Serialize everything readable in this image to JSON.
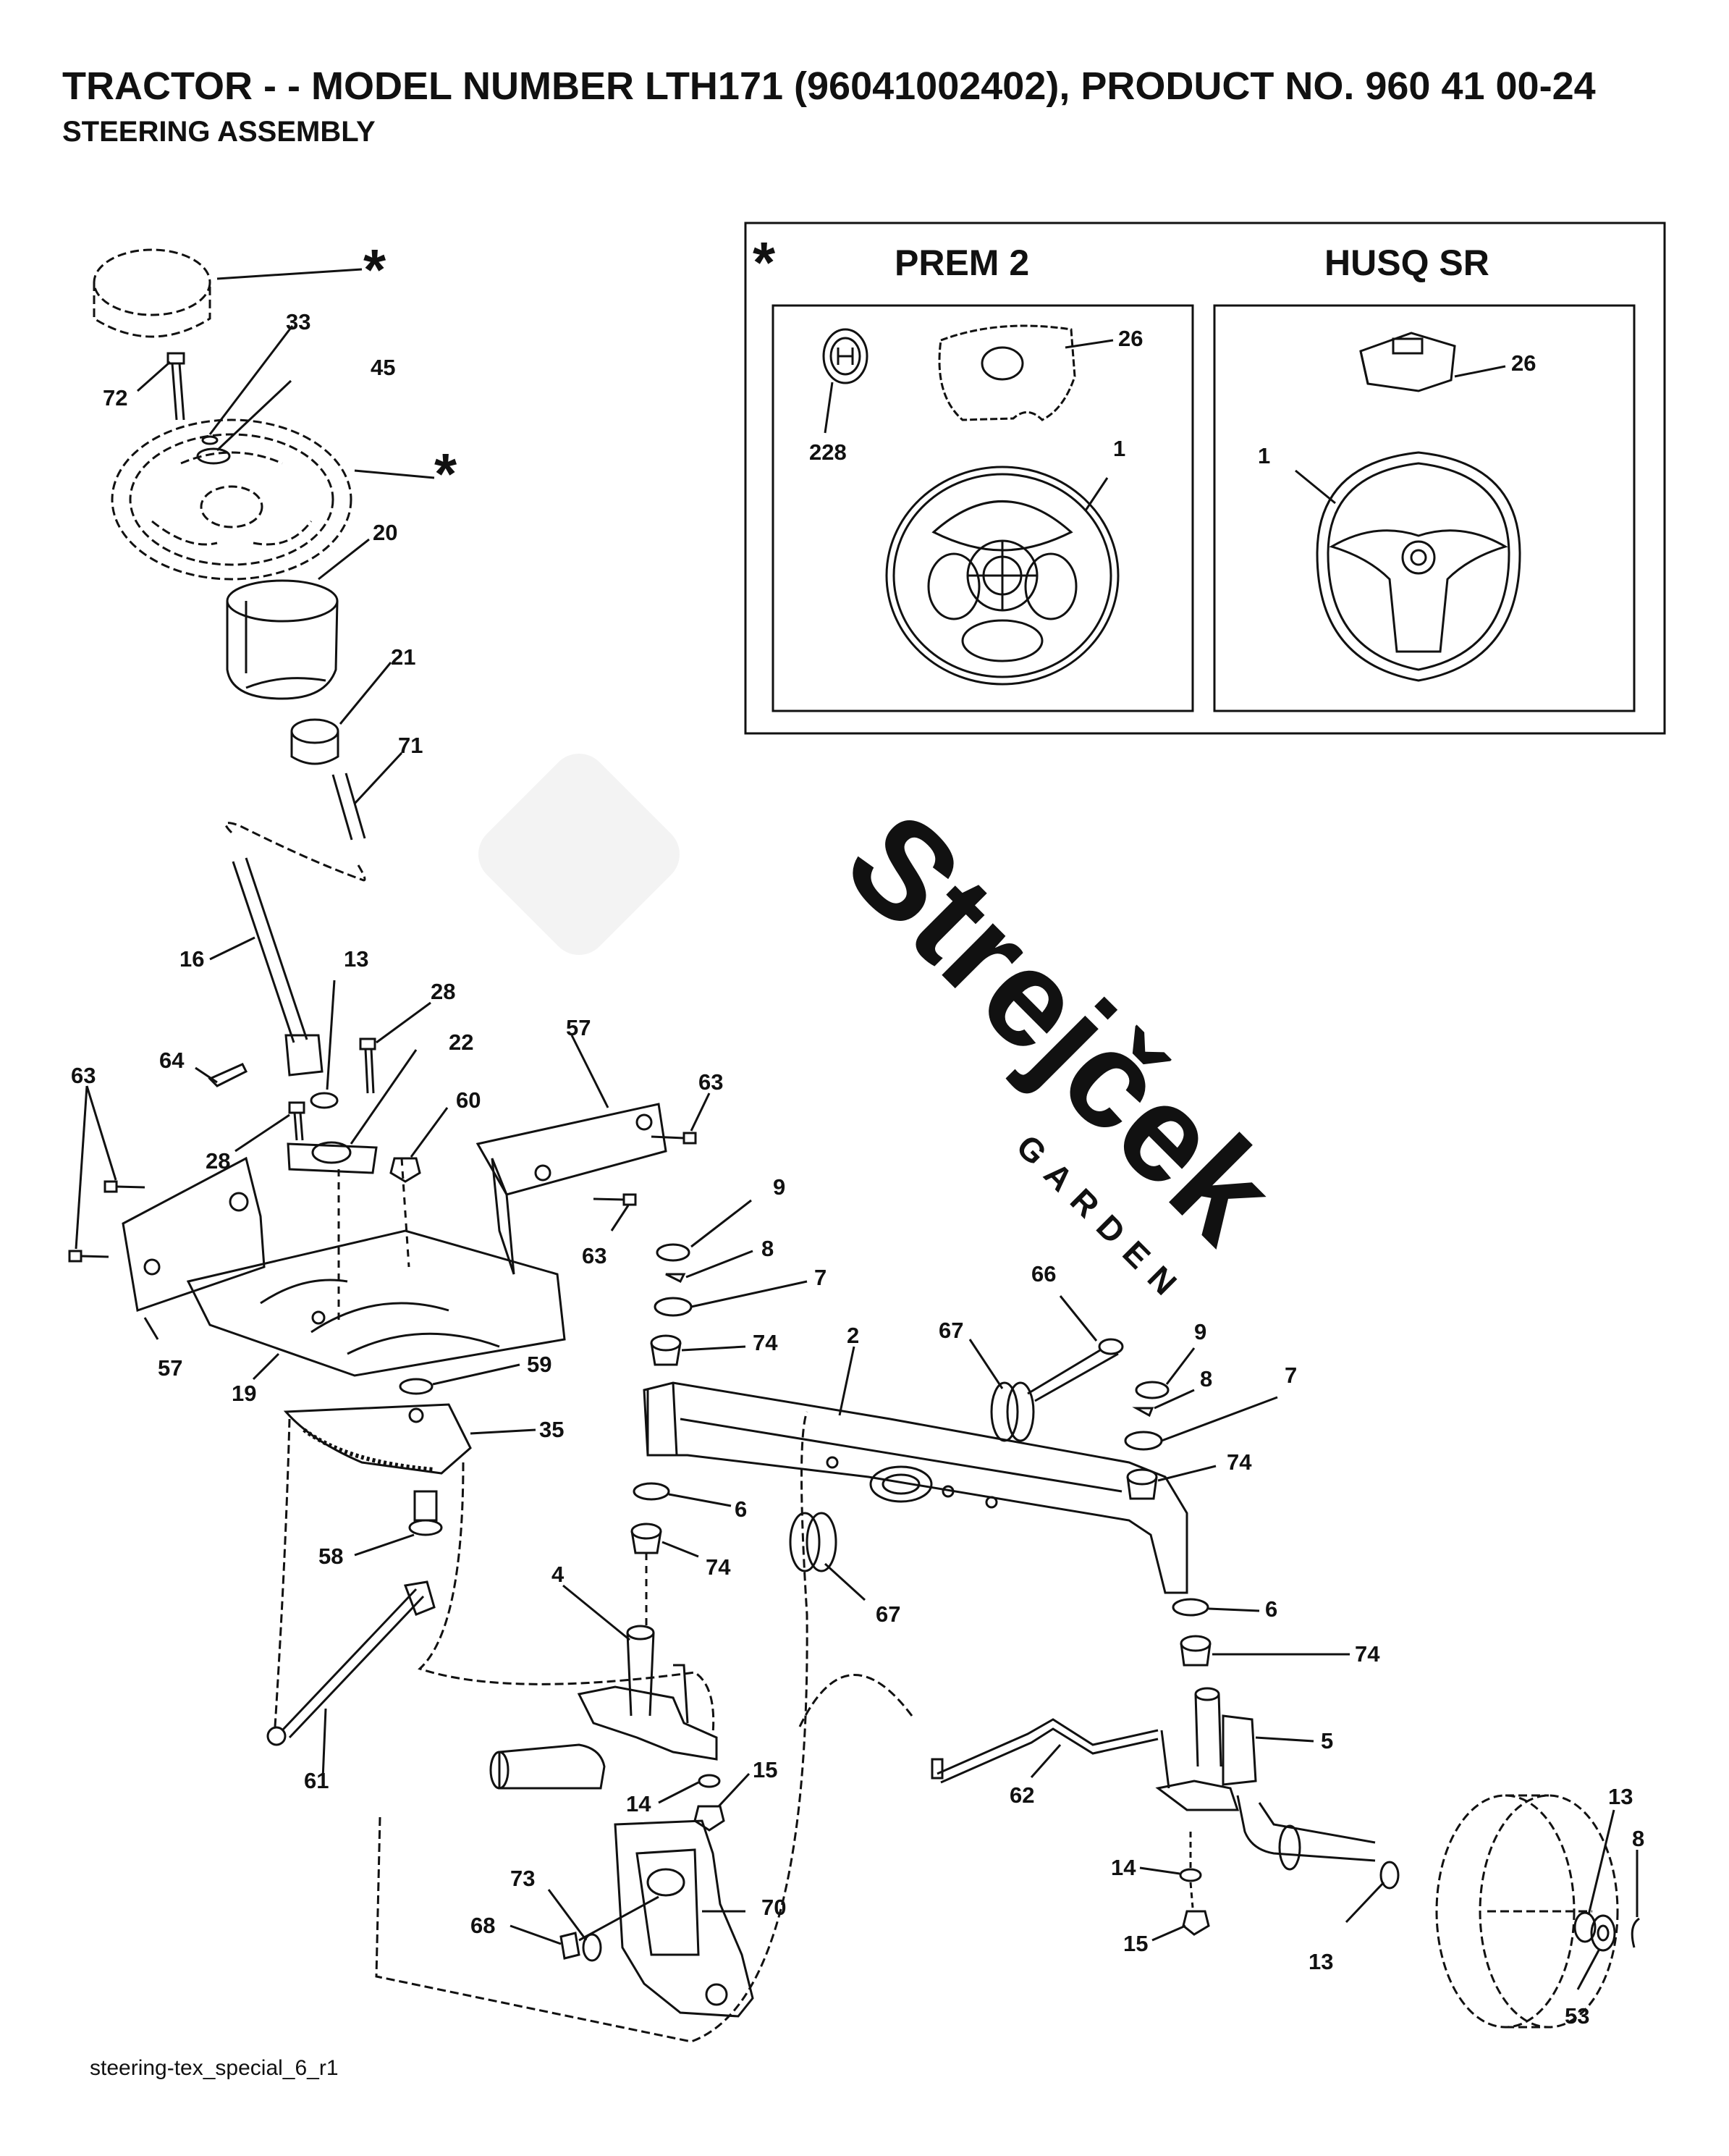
{
  "header": {
    "title": "TRACTOR - - MODEL NUMBER LTH171 (96041002402), PRODUCT NO. 960 41 00-24",
    "subtitle": "STEERING ASSEMBLY"
  },
  "inset": {
    "marker": "*",
    "panels": [
      {
        "title": "PREM 2",
        "callouts": [
          "228",
          "26",
          "1"
        ]
      },
      {
        "title": "HUSQ SR",
        "callouts": [
          "26",
          "1"
        ]
      }
    ]
  },
  "markers": {
    "star_top": "*",
    "star_wheel": "*"
  },
  "watermark": {
    "brand": "Strejček",
    "sub": "GARDEN"
  },
  "callouts": {
    "c33": "33",
    "c72": "72",
    "c45": "45",
    "c20": "20",
    "c21": "21",
    "c71": "71",
    "c16": "16",
    "c13a": "13",
    "c28a": "28",
    "c22": "22",
    "c64": "64",
    "c63a": "63",
    "c28b": "28",
    "c60": "60",
    "c57a": "57",
    "c63b": "63",
    "c63c": "63",
    "c57b": "57",
    "c19": "19",
    "c59": "59",
    "c35": "35",
    "c58": "58",
    "c61": "61",
    "c9a": "9",
    "c8a": "8",
    "c7a": "7",
    "c74a": "74",
    "c2": "2",
    "c66": "66",
    "c67a": "67",
    "c9b": "9",
    "c8b": "8",
    "c7b": "7",
    "c74b": "74",
    "c6a": "6",
    "c74c": "74",
    "c67b": "67",
    "c4": "4",
    "c6b": "6",
    "c74d": "74",
    "c5": "5",
    "c62": "62",
    "c14a": "14",
    "c15a": "15",
    "c73": "73",
    "c70": "70",
    "c68": "68",
    "c14b": "14",
    "c15b": "15",
    "c13b": "13",
    "c13c": "13",
    "c8c": "8",
    "c53": "53"
  },
  "footer": {
    "code": "steering-tex_special_6_r1"
  },
  "colors": {
    "line": "#111111",
    "watermark": "#f2f2f2"
  }
}
